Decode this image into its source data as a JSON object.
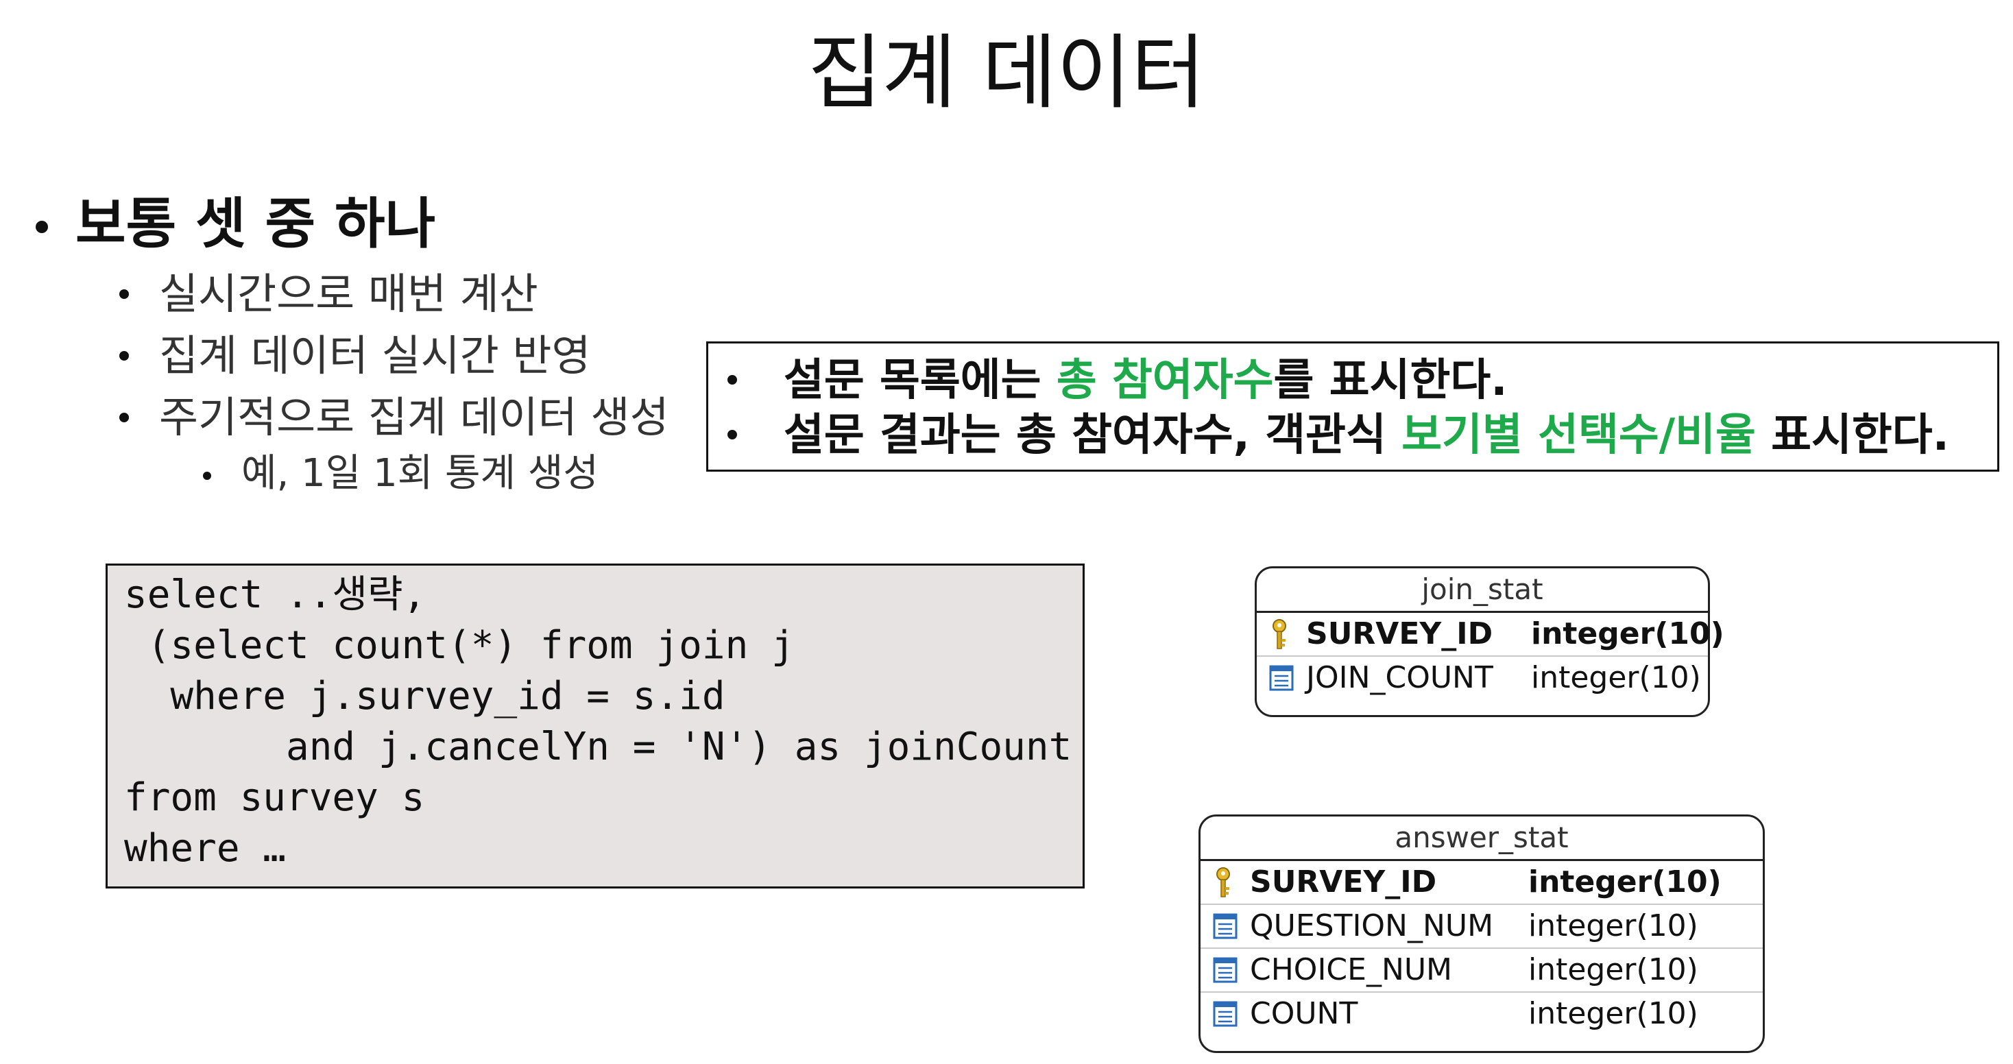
{
  "title": "집계 데이터",
  "bullets": {
    "main": "보통 셋 중 하나",
    "subs": [
      "실시간으로 매번 계산",
      "집계 데이터 실시간 반영",
      "주기적으로 집계 데이터 생성"
    ],
    "subsub": "예, 1일 1회 통계 생성"
  },
  "note": {
    "line1": {
      "pre": "설문 목록에는 ",
      "hl": "총 참여자수",
      "post": "를 표시한다."
    },
    "line2": {
      "pre": "설문 결과는 총 참여자수, 객관식 ",
      "hl": "보기별 선택수/비율",
      "post": " 표시한다."
    },
    "highlight_color": "#1eaa4b"
  },
  "code": {
    "lines": [
      "select ..생략,",
      " (select count(*) from join j",
      "  where j.survey_id = s.id",
      "       and j.cancelYn = 'N') as joinCount",
      "from survey s",
      "where …"
    ],
    "background": "#e8e3e3"
  },
  "tables": [
    {
      "name": "join_stat",
      "columns": [
        {
          "name": "SURVEY_ID",
          "type": "integer(10)",
          "pk": true,
          "icon": "key-icon"
        },
        {
          "name": "JOIN_COUNT",
          "type": "integer(10)",
          "pk": false,
          "icon": "column-icon"
        }
      ]
    },
    {
      "name": "answer_stat",
      "columns": [
        {
          "name": "SURVEY_ID",
          "type": "integer(10)",
          "pk": true,
          "icon": "key-icon"
        },
        {
          "name": "QUESTION_NUM",
          "type": "integer(10)",
          "pk": false,
          "icon": "column-icon"
        },
        {
          "name": "CHOICE_NUM",
          "type": "integer(10)",
          "pk": false,
          "icon": "column-icon"
        },
        {
          "name": "COUNT",
          "type": "integer(10)",
          "pk": false,
          "icon": "column-icon"
        }
      ]
    }
  ]
}
